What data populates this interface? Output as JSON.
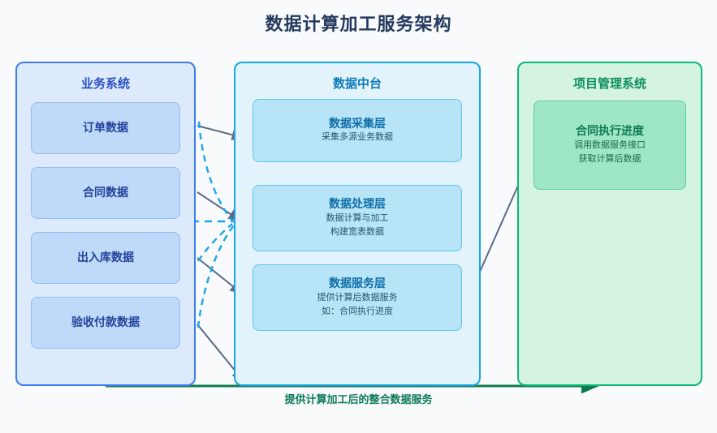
{
  "title": "数据计算加工服务架构",
  "colors": {
    "business_border": "#3d7bf0",
    "business_fill": "#ddeafc",
    "midplatform_border": "#16a5e8",
    "midplatform_fill": "#e3f3fc",
    "pms_border": "#0bb877",
    "pms_fill": "#d4f3e1",
    "arrow_gray": "#5b6b86",
    "arrow_dashed_cyan": "#19a6e8",
    "flow_green": "#0c7a55"
  },
  "panels": {
    "business": {
      "title": "业务系统",
      "cards": [
        {
          "title": "订单数据"
        },
        {
          "title": "合同数据"
        },
        {
          "title": "出入库数据"
        },
        {
          "title": "验收付款数据"
        }
      ]
    },
    "midplatform": {
      "title": "数据中台",
      "cards": [
        {
          "title": "数据采集层",
          "lines": [
            "采集多源业务数据"
          ]
        },
        {
          "title": "数据处理层",
          "lines": [
            "数据计算与加工",
            "构建宽表数据"
          ]
        },
        {
          "title": "数据服务层",
          "lines": [
            "提供计算后数据服务",
            "如：合同执行进度"
          ]
        }
      ]
    },
    "pms": {
      "title": "项目管理系统",
      "cards": [
        {
          "title": "合同执行进度",
          "lines": [
            "调用数据服务接口",
            "获取计算后数据"
          ]
        }
      ]
    }
  },
  "flow": {
    "bottom_label": "提供计算加工后的整合数据服务"
  }
}
